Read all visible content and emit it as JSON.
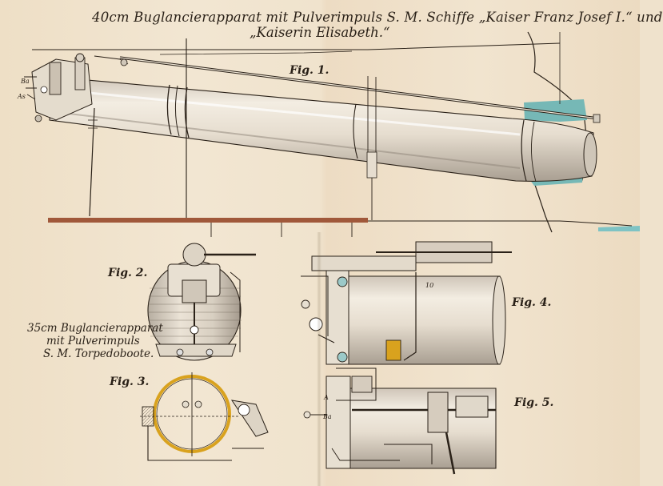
{
  "title_line1": "40cm Buglancierapparat mit Pulverimpuls S. M. Schiffe „Kaiser Franz Josef I.“ und",
  "title_line2": "„Kaiserin Elisabeth.“",
  "figures": {
    "fig1": "Fig. 1.",
    "fig2": "Fig. 2.",
    "fig3": "Fig. 3.",
    "fig4": "Fig. 4.",
    "fig5": "Fig. 5."
  },
  "caption": {
    "line1": "35cm Buglancierapparat",
    "line2": "mit Pulverimpuls",
    "line3": "S. M. Torpedoboote."
  },
  "part_labels": {
    "fig1_a": "Ba",
    "fig1_b": "As",
    "fig5_a": "A",
    "fig5_b": "Ba",
    "fig4_a": "10"
  },
  "colors": {
    "paper": "#efe2cc",
    "ink": "#2a2118",
    "hull_teal": "#76b8b6",
    "deck_wood": "#a0583a",
    "ring_brass": "#d9a21e"
  }
}
